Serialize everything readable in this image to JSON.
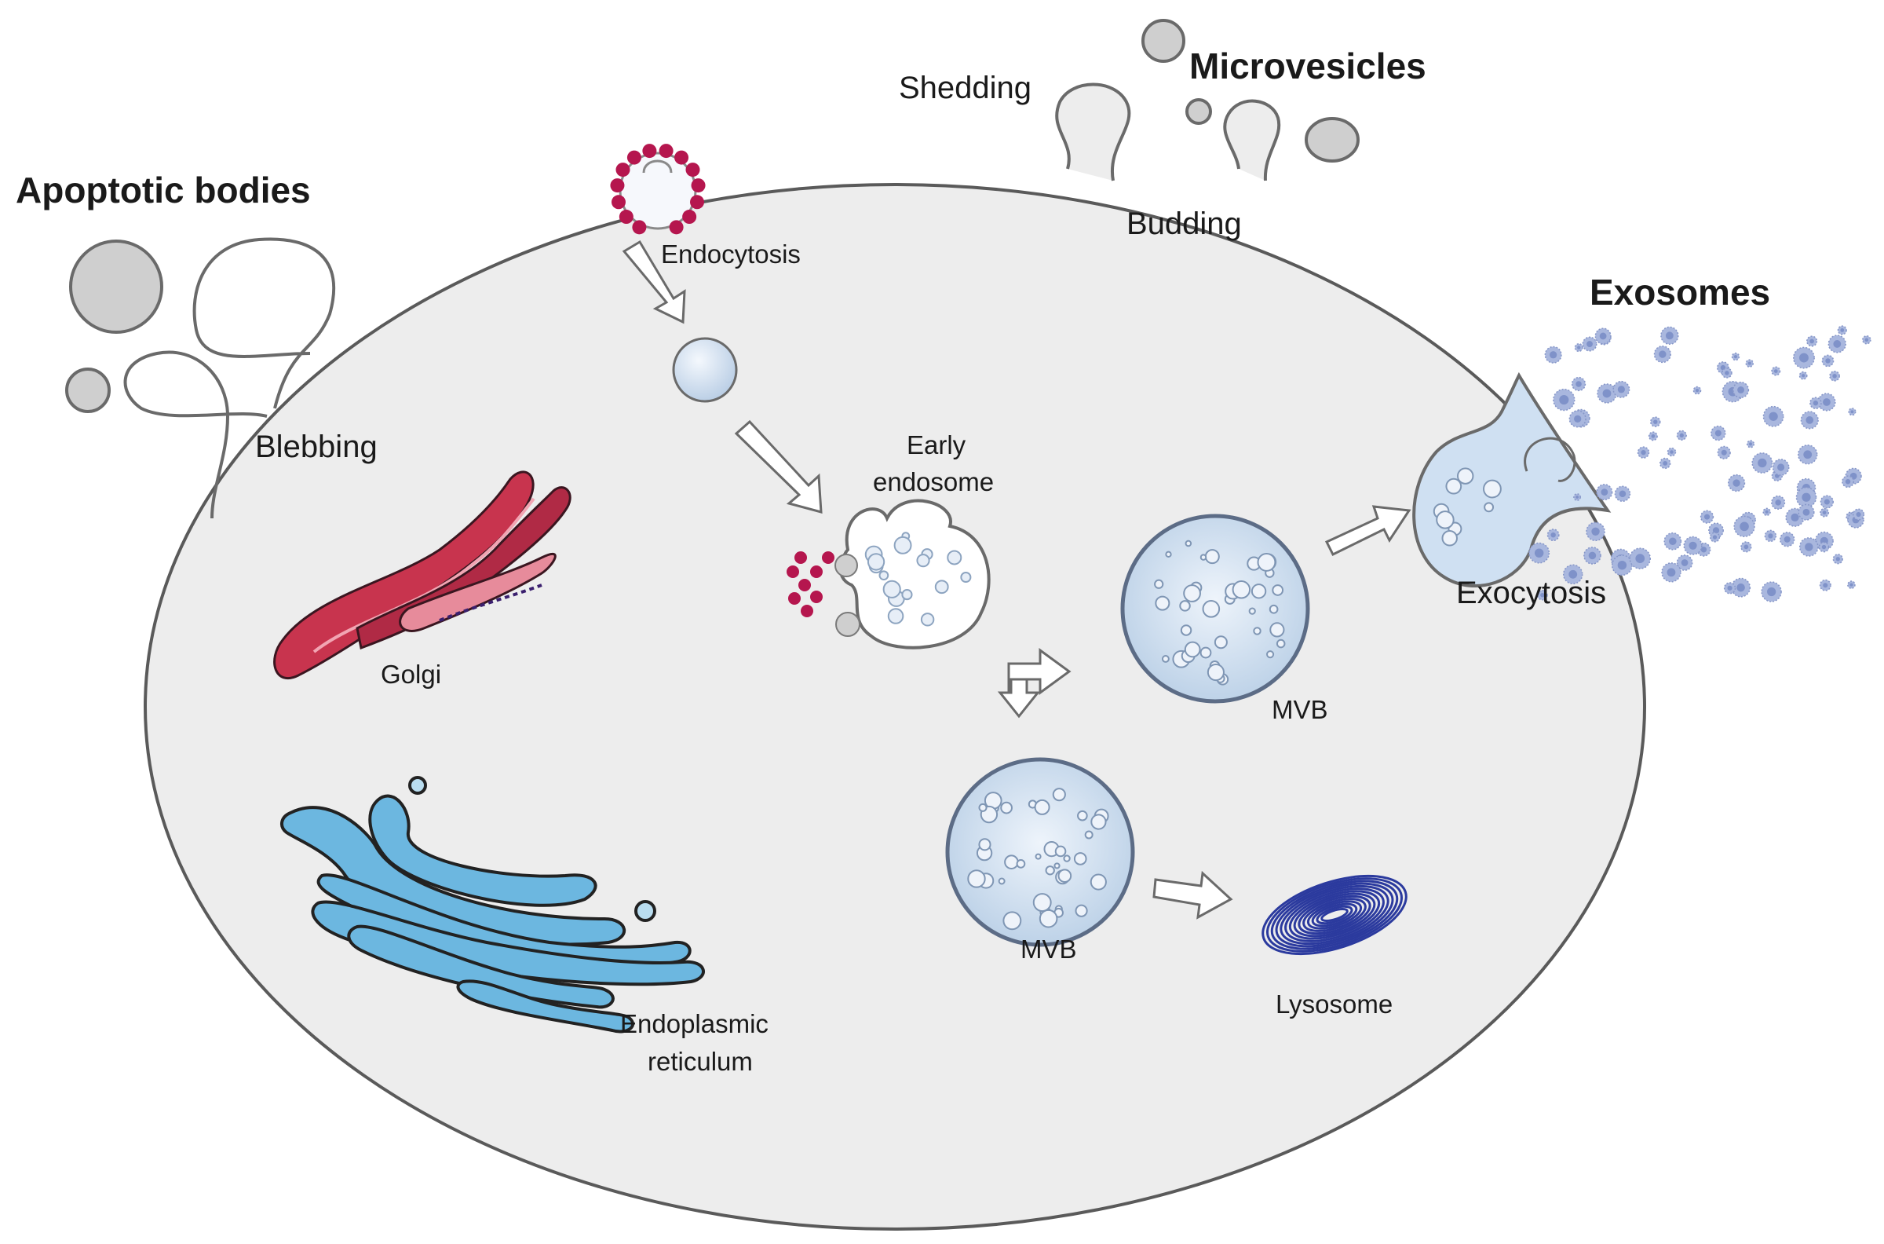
{
  "labels": {
    "apoptotic_bodies": "Apoptotic bodies",
    "blebbing": "Blebbing",
    "shedding": "Shedding",
    "microvesicles": "Microvesicles",
    "budding": "Budding",
    "exosomes": "Exosomes",
    "endocytosis": "Endocytosis",
    "early_endosome_line1": "Early",
    "early_endosome_line2": "endosome",
    "golgi": "Golgi",
    "mvb_upper": "MVB",
    "mvb_lower": "MVB",
    "exocytosis": "Exocytosis",
    "lysosome": "Lysosome",
    "er_line1": "Endoplasmic",
    "er_line2": "reticulum"
  },
  "colors": {
    "cell_fill": "#ededed",
    "membrane": "#555555",
    "vesicle_gray": "#cfcfcf",
    "endosome_blue": "#cfe0f2",
    "golgi_red": "#c8344e",
    "er_blue": "#5aa9d6",
    "lysosome_blue": "#2b3a9e",
    "cargo_red": "#b5164e"
  }
}
